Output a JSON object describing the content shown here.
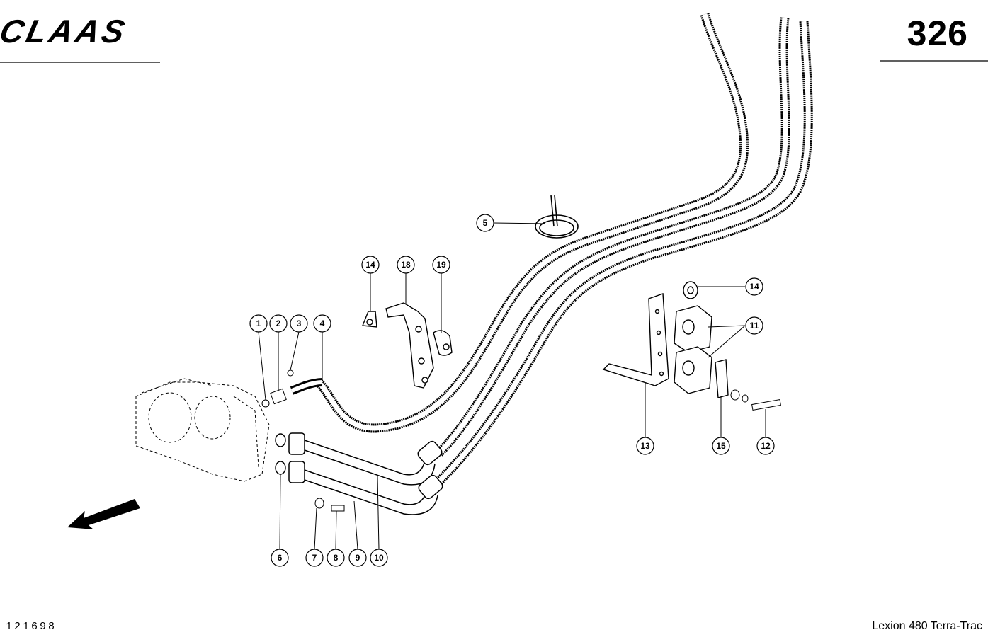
{
  "header": {
    "logo_text": "CLAAS",
    "page_number": "326"
  },
  "footer": {
    "drawing_number": "121698",
    "model": "Lexion 480 Terra-Trac"
  },
  "callouts": [
    "1",
    "2",
    "3",
    "4",
    "5",
    "6",
    "7",
    "8",
    "9",
    "10",
    "11",
    "12",
    "13",
    "14",
    "14",
    "15",
    "18",
    "19"
  ]
}
